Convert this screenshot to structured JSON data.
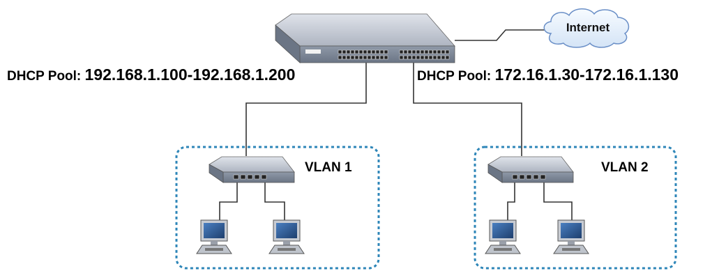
{
  "internet": {
    "label": "Internet"
  },
  "pools": [
    {
      "prefix": "DHCP Pool: ",
      "range": "192.168.1.100-192.168.1.200"
    },
    {
      "prefix": "DHCP Pool: ",
      "range": "172.16.1.30-172.16.1.130"
    }
  ],
  "vlans": [
    {
      "label": "VLAN 1"
    },
    {
      "label": "VLAN 2"
    }
  ],
  "colors": {
    "vlan_border": "#2e86b8",
    "switch_top": "#c9ced6",
    "switch_front": "#7d8796",
    "switch_side": "#5f6978",
    "cloud_fill": "#e8f1fb",
    "cloud_stroke": "#6a8fc7",
    "line": "#333333"
  }
}
